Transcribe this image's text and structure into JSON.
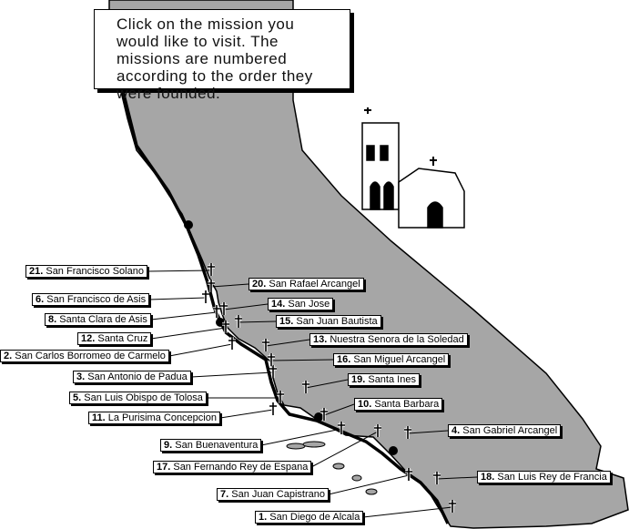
{
  "instructions": "Click on the mission you would like to visit.  The missions are numbered according to the order they were founded.",
  "colors": {
    "land": "#a6a6a6",
    "outline": "#000000",
    "label_bg": "#ffffff"
  },
  "icons": [
    "mission-church-icon",
    "cross-icon",
    "highway-shield-icon"
  ],
  "missions": [
    {
      "number": "1.",
      "name": "San Diego de Alcala"
    },
    {
      "number": "2.",
      "name": "San Carlos Borromeo de Carmelo"
    },
    {
      "number": "3.",
      "name": "San Antonio de Padua"
    },
    {
      "number": "4.",
      "name": "San Gabriel Arcangel"
    },
    {
      "number": "5.",
      "name": "San Luis Obispo de Tolosa"
    },
    {
      "number": "6.",
      "name": "San Francisco de Asis"
    },
    {
      "number": "7.",
      "name": "San Juan Capistrano"
    },
    {
      "number": "8.",
      "name": "Santa Clara de Asis"
    },
    {
      "number": "9.",
      "name": "San Buenaventura"
    },
    {
      "number": "10.",
      "name": "Santa Barbara"
    },
    {
      "number": "11.",
      "name": "La Purisima Concepcion"
    },
    {
      "number": "12.",
      "name": "Santa Cruz"
    },
    {
      "number": "13.",
      "name": "Nuestra Senora de la Soledad"
    },
    {
      "number": "14.",
      "name": "San Jose"
    },
    {
      "number": "15.",
      "name": "San Juan Bautista"
    },
    {
      "number": "16.",
      "name": "San Miguel Arcangel"
    },
    {
      "number": "17.",
      "name": "San Fernando Rey de Espana"
    },
    {
      "number": "18.",
      "name": "San Luis Rey de Francia"
    },
    {
      "number": "19.",
      "name": "Santa Ines"
    },
    {
      "number": "20.",
      "name": "San Rafael Arcangel"
    },
    {
      "number": "21.",
      "name": "San Francisco Solano"
    }
  ]
}
